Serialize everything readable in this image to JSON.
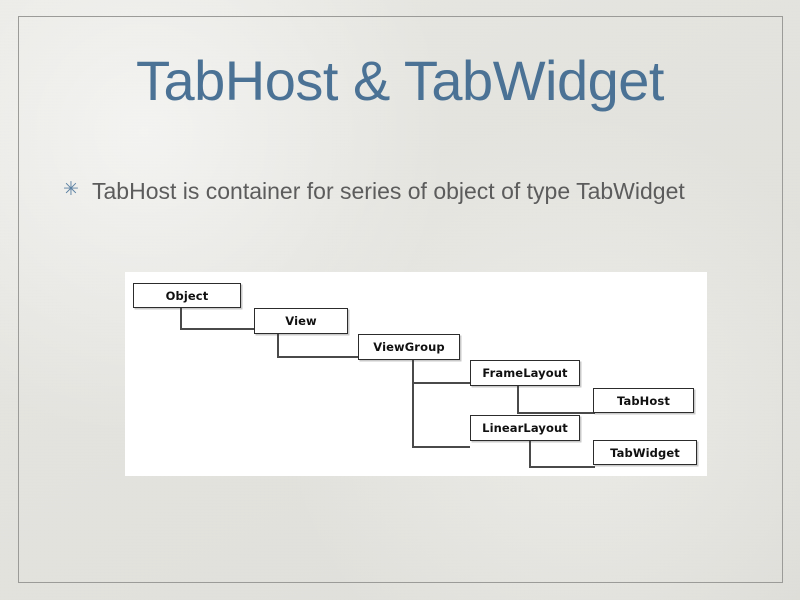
{
  "slide": {
    "title": "TabHost & TabWidget",
    "title_color": "#4b7295",
    "background_color": "#e3e3de",
    "border_color": "#9b9b98",
    "bullets": [
      {
        "glyph": "✳",
        "glyph_name": "asterisk-bullet-icon",
        "text": "TabHost is container for series of object of type TabWidget"
      }
    ]
  },
  "diagram": {
    "type": "class-hierarchy",
    "panel_background": "#ffffff",
    "nodes": [
      {
        "id": "object",
        "label": "Object"
      },
      {
        "id": "view",
        "label": "View"
      },
      {
        "id": "viewgroup",
        "label": "ViewGroup"
      },
      {
        "id": "framelayout",
        "label": "FrameLayout"
      },
      {
        "id": "tabhost",
        "label": "TabHost"
      },
      {
        "id": "linearlayout",
        "label": "LinearLayout"
      },
      {
        "id": "tabwidget",
        "label": "TabWidget"
      }
    ],
    "edges": [
      {
        "from": "object",
        "to": "view"
      },
      {
        "from": "view",
        "to": "viewgroup"
      },
      {
        "from": "viewgroup",
        "to": "framelayout"
      },
      {
        "from": "viewgroup",
        "to": "linearlayout"
      },
      {
        "from": "framelayout",
        "to": "tabhost"
      },
      {
        "from": "linearlayout",
        "to": "tabwidget"
      }
    ]
  }
}
